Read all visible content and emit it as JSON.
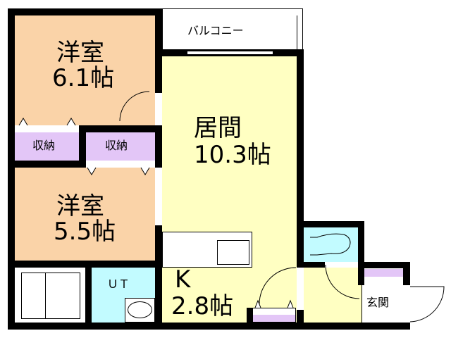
{
  "colors": {
    "western_room": "#fad3a8",
    "living_kitchen": "#ffffc2",
    "storage": "#e3c6f7",
    "wet_area": "#c2fbff",
    "wall": "#000000"
  },
  "rooms": {
    "western_room_1": {
      "name": "洋室",
      "size": "6.1帖"
    },
    "western_room_2": {
      "name": "洋室",
      "size": "5.5帖"
    },
    "living": {
      "name": "居間",
      "size": "10.3帖"
    },
    "kitchen": {
      "name": "K",
      "size": "2.8帖"
    },
    "balcony": {
      "name": "バルコニー"
    },
    "storage_1": {
      "name": "収納"
    },
    "storage_2": {
      "name": "収納"
    },
    "utility": {
      "name": "ＵＴ"
    },
    "entrance": {
      "name": "玄関"
    }
  }
}
